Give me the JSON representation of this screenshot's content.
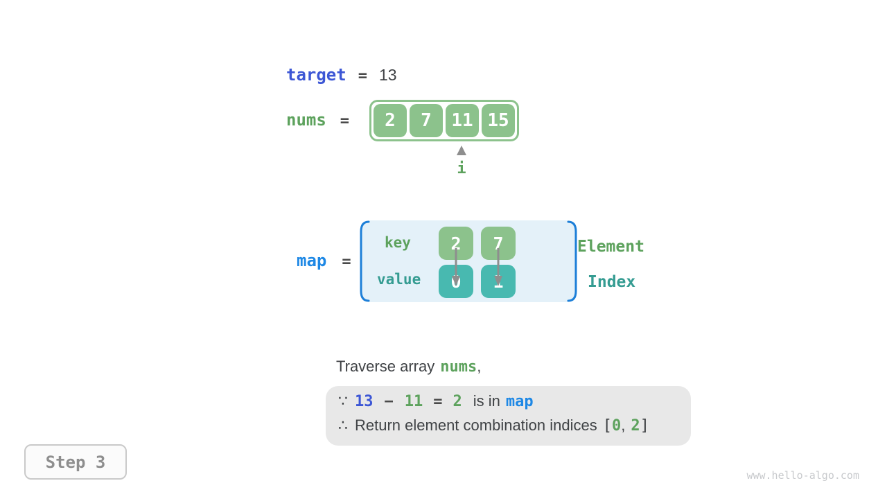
{
  "colors": {
    "green_box": "#8CC28C",
    "teal_box": "#48B9B0",
    "green_text": "#5DA25D",
    "teal_text": "#359C92",
    "indigo_text": "#3C56D5",
    "blue_text": "#1E88E5",
    "bracket_blue": "#1D7FD8",
    "map_bg": "#E4F1F9",
    "dark_text": "#3F4245",
    "operator_text": "#4A4A4A",
    "box_text": "#FFFFFF",
    "gray_panel": "#E8E8E8",
    "arrow_gray": "#8E8E8E",
    "step_text": "#8E8E8E",
    "step_border": "#C9C9C9",
    "step_bg": "#FBFBFB",
    "watermark_text": "#C7C9CC"
  },
  "target_line": {
    "name": "target",
    "equals": "=",
    "value": "13"
  },
  "nums_line": {
    "name": "nums",
    "equals": "=",
    "values": [
      "2",
      "7",
      "11",
      "15"
    ],
    "pointer": {
      "label": "i",
      "index": 2
    }
  },
  "map_line": {
    "name": "map",
    "equals": "=",
    "key_label": "key",
    "value_label": "value",
    "entries": [
      {
        "key": "2",
        "value": "0"
      },
      {
        "key": "7",
        "value": "1"
      }
    ],
    "key_legend": "Element",
    "value_legend": "Index"
  },
  "caption": {
    "text": "Traverse array",
    "code": "nums",
    "suffix": ","
  },
  "deduction": {
    "because_symbol": "∵",
    "target_value": "13",
    "minus": "−",
    "current_value": "11",
    "equals": "=",
    "complement": "2",
    "is_in_text": "is in",
    "map_name": "map",
    "therefore_symbol": "∴",
    "conclusion_text": "Return element combination indices",
    "open_bracket": "[",
    "index_a": "0",
    "comma": ",",
    "index_b": "2",
    "close_bracket": "]"
  },
  "step_badge": "Step 3",
  "watermark": "www.hello-algo.com"
}
